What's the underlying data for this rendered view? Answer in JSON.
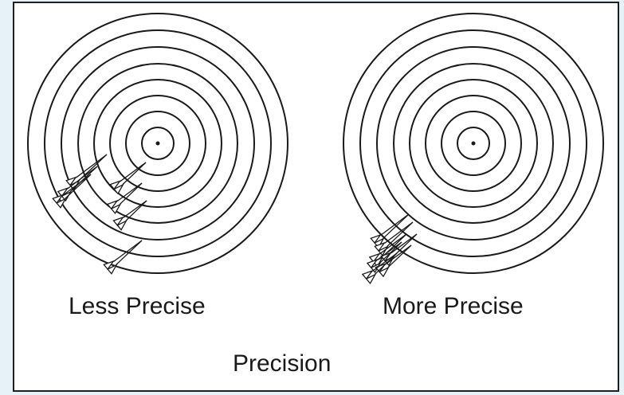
{
  "labels": {
    "left_target": "Less Precise",
    "right_target": "More Precise",
    "main_caption": "Precision"
  },
  "colors": {
    "ink": "#1a1a1a",
    "page_background": "#e6f1f8",
    "panel_background": "#ffffff"
  },
  "targets": [
    {
      "id": "less-precise",
      "ring_count": 8,
      "dart_count": 7
    },
    {
      "id": "more-precise",
      "ring_count": 8,
      "dart_count": 7
    }
  ]
}
